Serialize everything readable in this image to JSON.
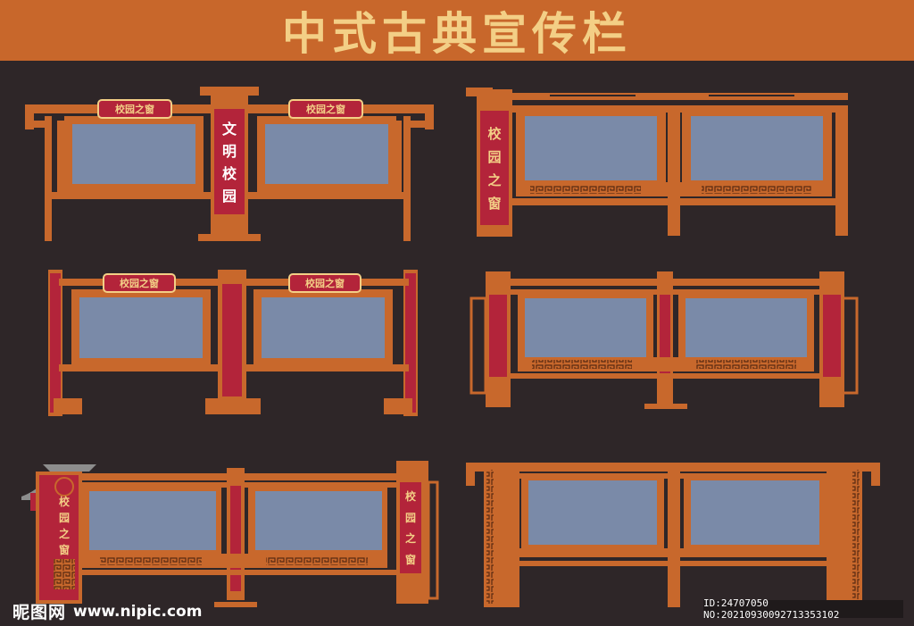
{
  "banner": {
    "title": "中式古典宣传栏"
  },
  "signs": {
    "plaque": "校园之窗",
    "pillar_wenming": "文明校园",
    "pillar_chars": [
      "校",
      "园",
      "之",
      "窗"
    ],
    "pillar_chars_wenming": [
      "文",
      "明",
      "校",
      "园"
    ]
  },
  "watermark": {
    "brand": "昵图网",
    "site": "www.nipic.com",
    "id": "ID:24707050 NO:20210930092713353102"
  },
  "colors": {
    "background": "#2e2628",
    "banner": "#c8672b",
    "wood": "#c8682c",
    "wood_dark": "#b25a24",
    "panel": "#7a8aa8",
    "red": "#b3243a",
    "gold_text": "#f3cf86"
  }
}
